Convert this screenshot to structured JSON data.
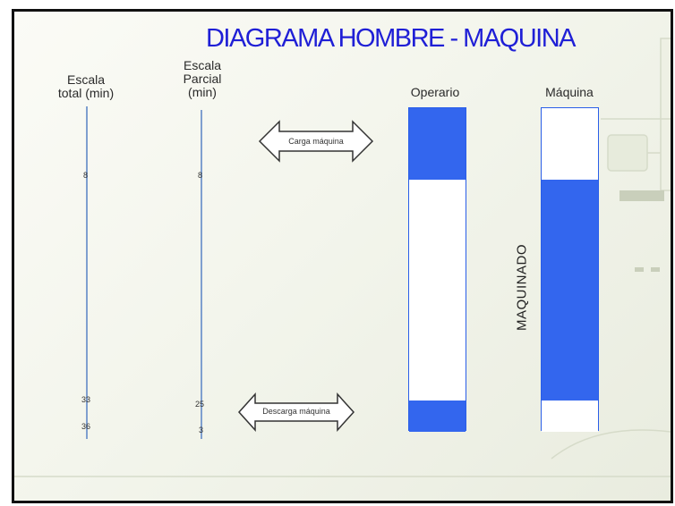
{
  "title": "DIAGRAMA HOMBRE - MAQUINA",
  "scales": {
    "total": {
      "label_line1": "Escala",
      "label_line2": "total (min)",
      "ticks": [
        "8",
        "33",
        "36"
      ]
    },
    "partial": {
      "label_line1": "Escala",
      "label_line2": "Parcial",
      "label_line3": "(min)",
      "ticks": [
        "8",
        "25",
        "3"
      ]
    }
  },
  "arrows": {
    "load": "Carga máquina",
    "unload": "Descarga máquina"
  },
  "columns": {
    "operator": {
      "label": "Operario"
    },
    "machine": {
      "label": "Máquina",
      "activity_label": "MAQUINADO"
    }
  },
  "colors": {
    "title": "#1f1fd6",
    "active": "#3366ee",
    "idle": "#ffffff",
    "axis": "#7f9fcf"
  }
}
